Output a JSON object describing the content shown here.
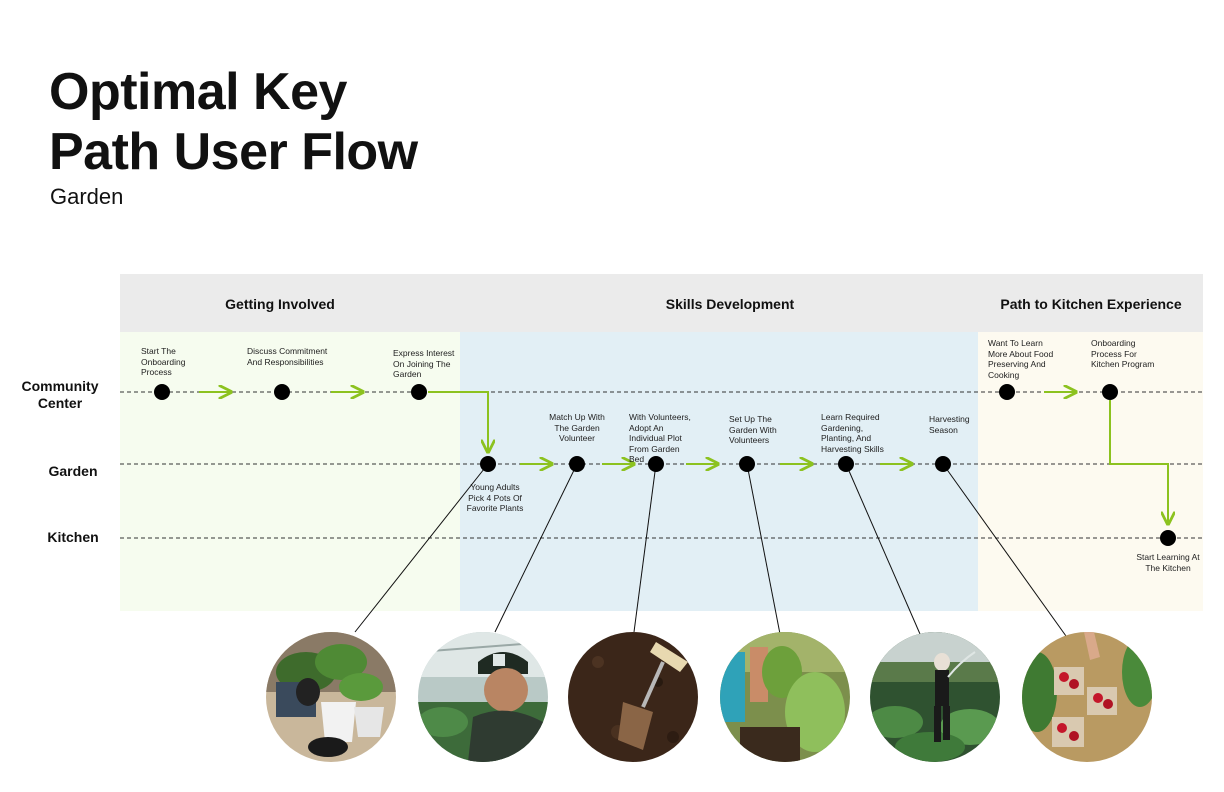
{
  "title_line1": "Optimal Key",
  "title_line2": "Path User Flow",
  "subtitle": "Garden",
  "phases": [
    {
      "label": "Getting Involved",
      "color": "#f6fcef"
    },
    {
      "label": "Skills Development",
      "color": "#e2eff5"
    },
    {
      "label": "Path to Kitchen Experience",
      "color": "#fdfaf0"
    }
  ],
  "lanes": [
    "Community Center",
    "Garden",
    "Kitchen"
  ],
  "steps": [
    {
      "label": "Start The Onboarding Process",
      "lane": "Community Center"
    },
    {
      "label": "Discuss Commitment And Responsibilities",
      "lane": "Community Center"
    },
    {
      "label": "Express Interest On Joining The Garden",
      "lane": "Community Center"
    },
    {
      "label": "Young Adults Pick 4 Pots Of Favorite Plants",
      "lane": "Garden"
    },
    {
      "label": "Match Up With The Garden Volunteer",
      "lane": "Garden"
    },
    {
      "label": "With Volunteers, Adopt An Individual Plot From Garden Bed",
      "lane": "Garden"
    },
    {
      "label": "Set Up The Garden With Volunteers",
      "lane": "Garden"
    },
    {
      "label": "Learn Required Gardening, Planting, And Harvesting Skills",
      "lane": "Garden"
    },
    {
      "label": "Harvesting Season",
      "lane": "Garden"
    },
    {
      "label": "Want To Learn More About Food Preserving And Cooking",
      "lane": "Community Center"
    },
    {
      "label": "Onboarding Process For Kitchen Program",
      "lane": "Community Center"
    },
    {
      "label": "Start Learning At The Kitchen",
      "lane": "Kitchen"
    }
  ],
  "photos": [
    {
      "icon": "potted-plants-photo"
    },
    {
      "icon": "volunteer-greenhouse-photo"
    },
    {
      "icon": "soil-trowel-photo"
    },
    {
      "icon": "garden-setup-photo"
    },
    {
      "icon": "watering-garden-photo"
    },
    {
      "icon": "strawberry-harvest-photo"
    }
  ],
  "colors": {
    "arrow": "#8cc21f",
    "node": "#000000",
    "header": "#ebebeb"
  }
}
